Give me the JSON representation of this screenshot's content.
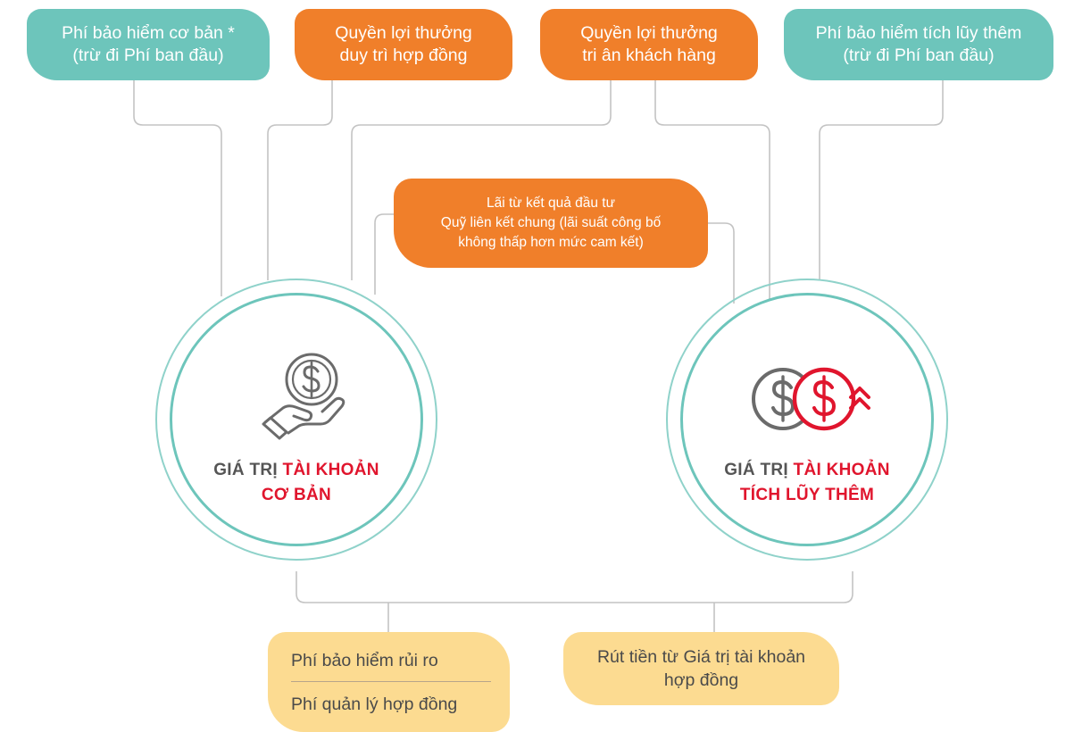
{
  "sources": {
    "base_premium": [
      "Phí bảo hiểm cơ bản *",
      "(trừ đi Phí ban đầu)"
    ],
    "maintenance_bonus": [
      "Quyền lợi thưởng",
      "duy trì hợp đồng"
    ],
    "loyalty_bonus": [
      "Quyền lợi thưởng",
      "tri ân khách hàng"
    ],
    "topup_premium": [
      "Phí bảo hiểm tích lũy thêm",
      "(trừ đi Phí ban đầu)"
    ]
  },
  "investment_interest": [
    "Lãi từ kết quả đầu tư",
    "Quỹ liên kết chung (lãi suất công bố",
    "không thấp hơn mức cam kết)"
  ],
  "accounts": {
    "base": {
      "label_plain": "GIÁ TRỊ ",
      "label_red_1": "TÀI KHOẢN",
      "label_red_2": "CƠ BẢN"
    },
    "topup": {
      "label_plain": "GIÁ TRỊ ",
      "label_red_1": "TÀI KHOẢN",
      "label_red_2": "TÍCH LŨY THÊM"
    }
  },
  "deductions": {
    "risk_premium": "Phí bảo hiểm rủi ro",
    "admin_fee": "Phí quản lý hợp đồng"
  },
  "withdrawal": [
    "Rút tiền từ Giá trị tài khoản",
    "hợp đồng"
  ],
  "colors": {
    "teal": "#6dc5bb",
    "orange": "#f07f2a",
    "yellow": "#fcdb91",
    "red": "#e0152d",
    "gray": "#555555"
  },
  "icons": {
    "base": "hand-holding-dollar-coin-icon",
    "topup": "dollar-coins-growth-icon"
  }
}
